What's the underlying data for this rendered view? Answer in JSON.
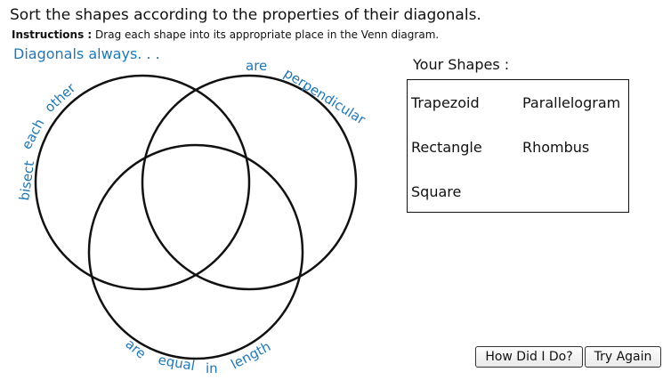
{
  "header": {
    "title": "Sort the shapes according to the properties of their diagonals.",
    "instructions_label": "Instructions :",
    "instructions_text": "Drag each shape into its appropriate place in the Venn diagram."
  },
  "venn": {
    "heading": "Diagonals always. . .",
    "circle_labels": {
      "bisect": [
        "bisect",
        "each",
        "other"
      ],
      "perpendicular": [
        "are",
        "perpendicular"
      ],
      "equal": [
        "are",
        "equal",
        "in",
        "length"
      ]
    }
  },
  "shapes_panel": {
    "title": "Your Shapes :",
    "items": [
      "Trapezoid",
      "Parallelogram",
      "Rectangle",
      "Rhombus",
      "Square"
    ]
  },
  "buttons": {
    "check": "How Did I Do?",
    "reset": "Try Again"
  },
  "colors": {
    "label_blue": "#1f77b4",
    "outline": "#111111"
  }
}
